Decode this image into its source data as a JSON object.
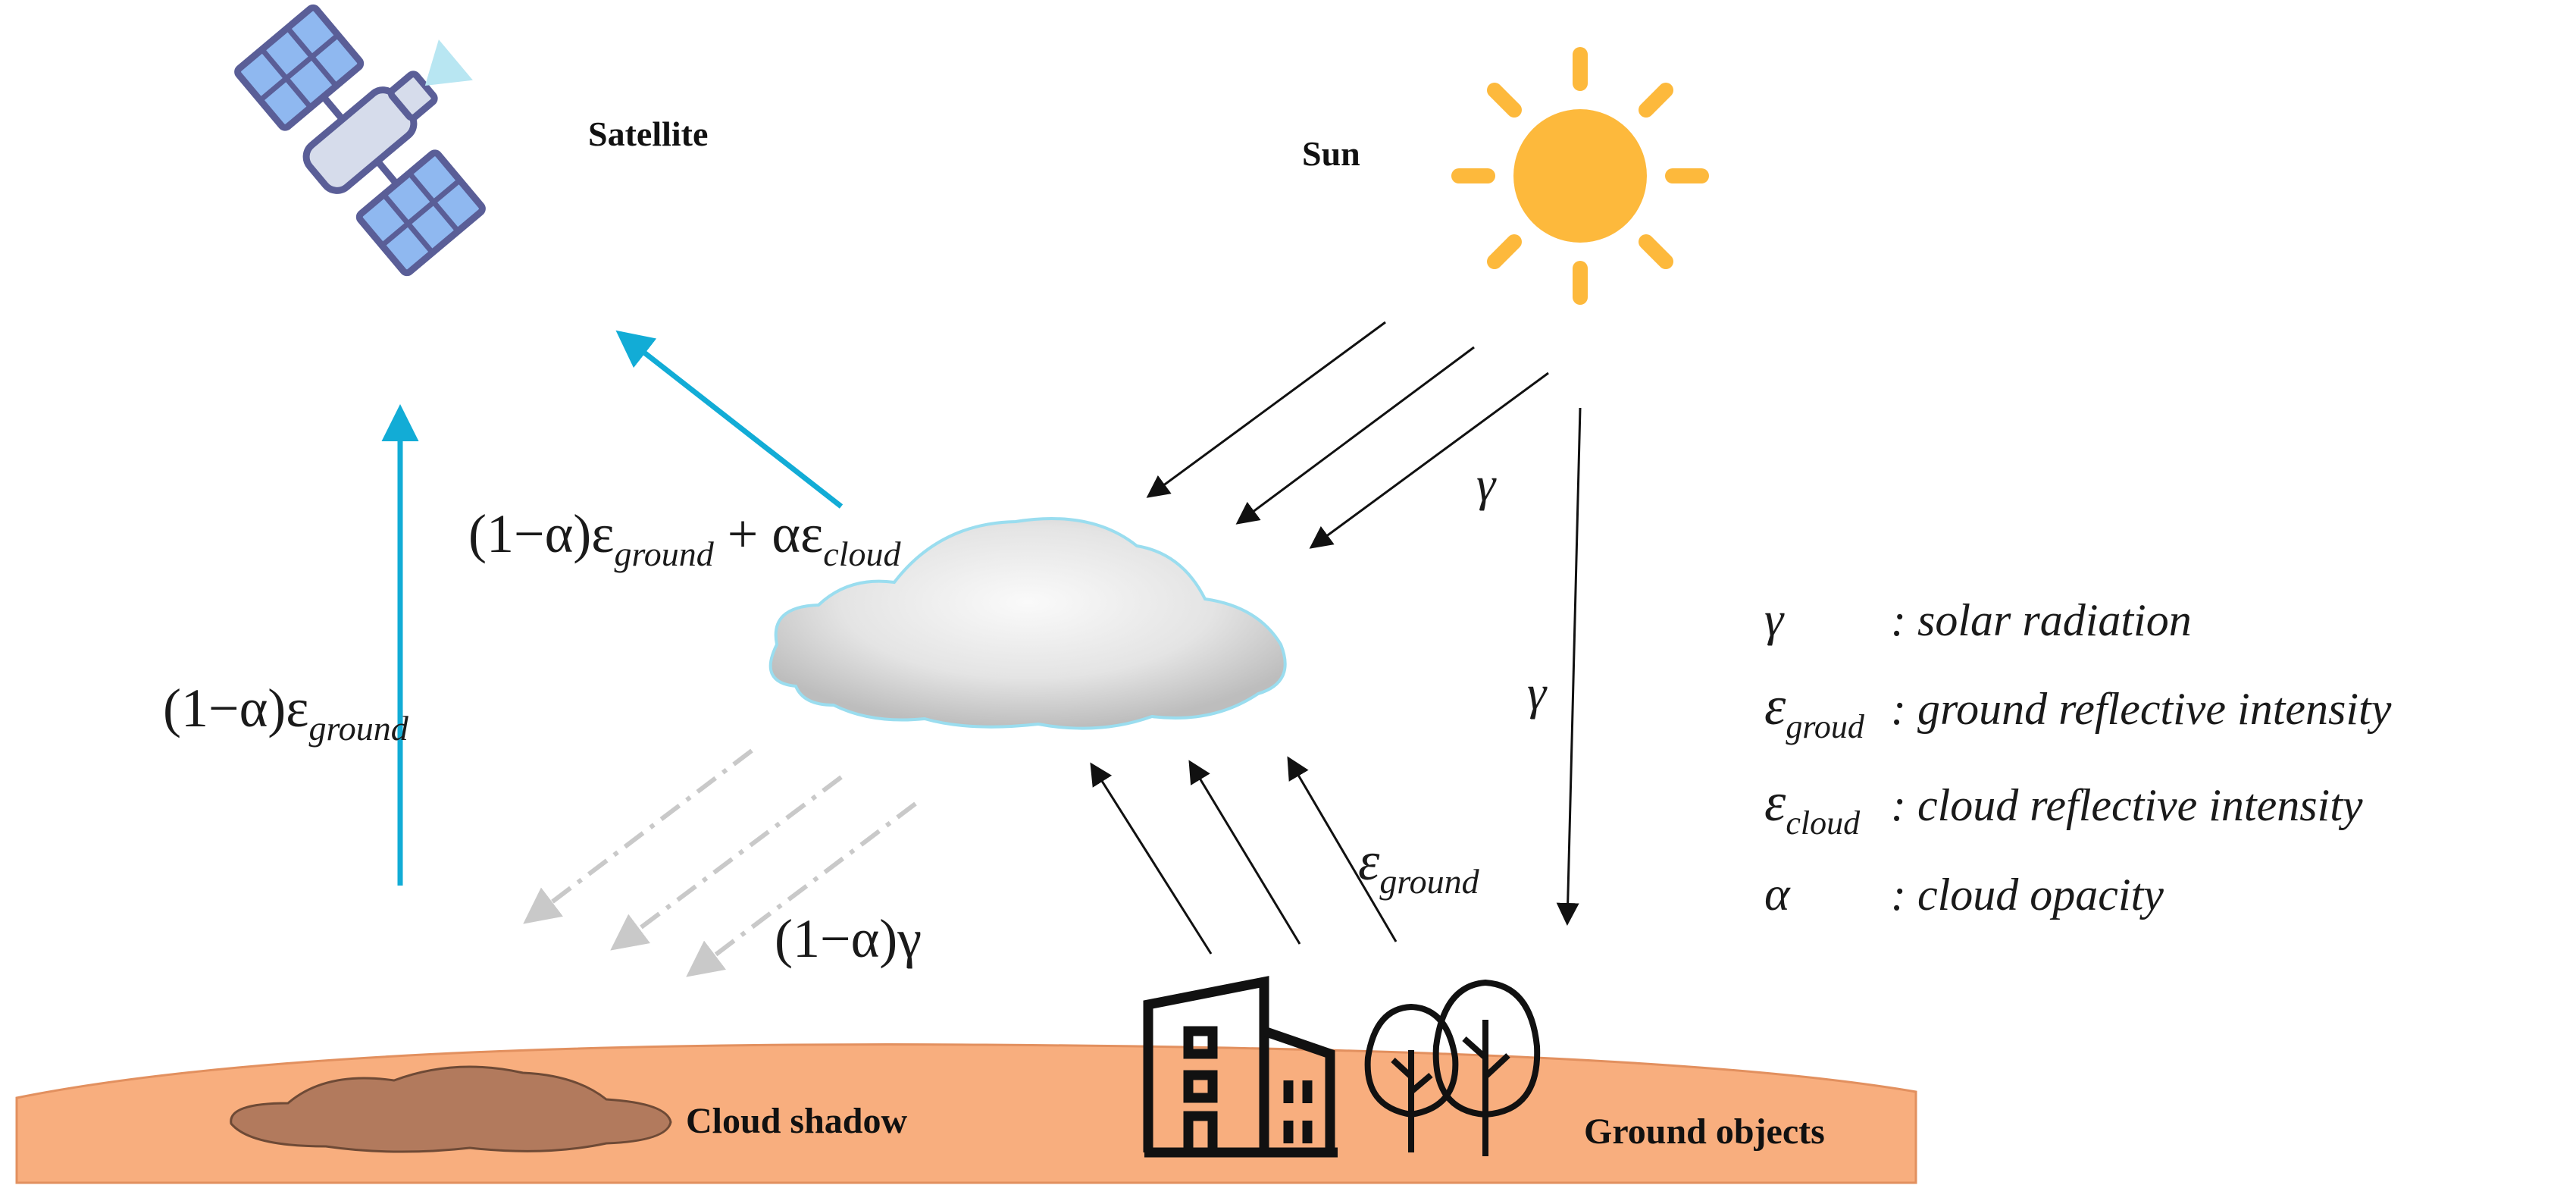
{
  "labels": {
    "satellite": "Satellite",
    "sun": "Sun",
    "cloud_shadow": "Cloud shadow",
    "ground_objects": "Ground objects"
  },
  "equations": {
    "combined": {
      "prefix": "(1−α)ε",
      "sub1": "ground",
      "mid": " + αε",
      "sub2": "cloud"
    },
    "ground_path": {
      "prefix": "(1−α)ε",
      "sub": "ground"
    },
    "transmitted": "(1−α)γ",
    "gamma": "γ",
    "eps_ground": {
      "base": "ε",
      "sub": "ground"
    }
  },
  "legend": [
    {
      "symbol": "γ",
      "sub": "",
      "desc": ": solar radiation"
    },
    {
      "symbol": "ε",
      "sub": "groud",
      "desc": ": ground  reflective intensity"
    },
    {
      "symbol": "ε",
      "sub": "cloud",
      "desc": ": cloud reflective intensity"
    },
    {
      "symbol": "α",
      "sub": "",
      "desc": ": cloud opacity"
    }
  ],
  "colors": {
    "cyan_arrow": "#12ACD6",
    "black_arrow": "#111111",
    "gray_dash": "#C9C9C9",
    "ground": "#F8AE7E",
    "shadow": "#B27A5D",
    "sun": "#FDB93C",
    "satellite_panel": "#8FB8F0",
    "satellite_frame": "#5A5E97"
  },
  "icons": {
    "satellite": "satellite-icon",
    "sun": "sun-icon",
    "cloud": "cloud-icon",
    "buildings": "buildings-icon",
    "trees": "trees-icon"
  }
}
